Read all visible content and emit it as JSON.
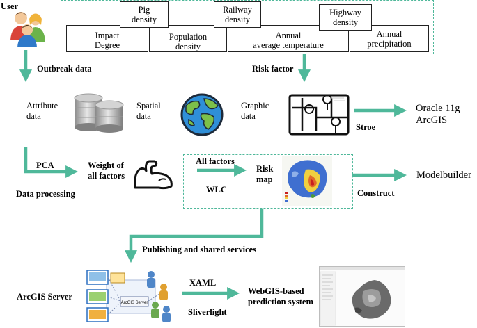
{
  "user": {
    "label": "User"
  },
  "risk_factors": [
    {
      "key": "impact",
      "text": "Impact\nDegree"
    },
    {
      "key": "pig",
      "text": "Pig\ndensity"
    },
    {
      "key": "population",
      "text": "Population\ndensity"
    },
    {
      "key": "railway",
      "text": "Railway\ndensity"
    },
    {
      "key": "temperature",
      "text": "Annual\naverage temperature"
    },
    {
      "key": "highway",
      "text": "Highway\ndensity"
    },
    {
      "key": "precipitation",
      "text": "Annual\nprecipitation"
    }
  ],
  "flows": {
    "outbreak": "Outbreak data",
    "risk_factor": "Risk factor",
    "stroe": "Stroe",
    "pca": "PCA",
    "weight": "Weight of\nall factors",
    "data_processing": "Data processing",
    "all_factors": "All factors",
    "wlc": "WLC",
    "risk_map": "Risk\nmap",
    "construct": "Construct",
    "publishing": "Publishing and shared services",
    "xaml": "XAML",
    "sliverlight": "Sliverlight"
  },
  "storage": {
    "attribute": "Attribute\ndata",
    "spatial": "Spatial\ndata",
    "graphic": "Graphic\ndata"
  },
  "outputs": {
    "oracle": "Oracle 11g\nArcGIS",
    "modelbuilder": "Modelbuilder",
    "arcgis_server": "ArcGIS Server",
    "webgis": "WebGIS-based\nprediction system",
    "server_badge": "ArcGIS Server"
  },
  "colors": {
    "arrow": "#4fb89a",
    "dash": "#4fb89a",
    "grey": "#9a9a9a"
  }
}
